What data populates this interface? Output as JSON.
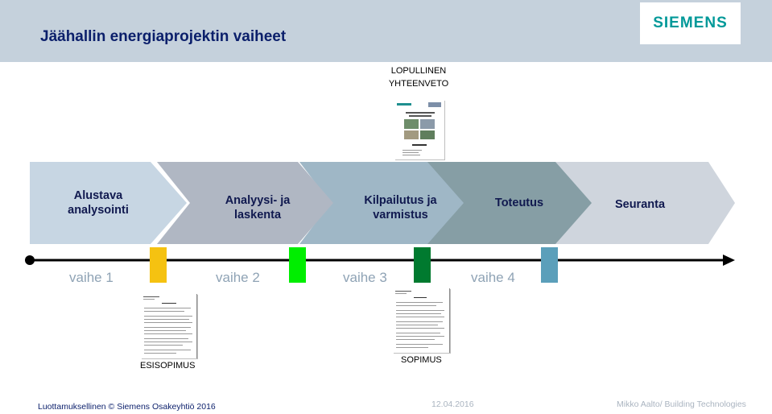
{
  "header": {
    "title": "Jäähallin energiaprojektin vaiheet",
    "logo": "SIEMENS"
  },
  "final_report": {
    "label_line1": "LOPULLINEN",
    "label_line2": "YHTEENVETO"
  },
  "phases": [
    {
      "line1": "Alustava",
      "line2": "analysointi",
      "color": "#c7d6e3"
    },
    {
      "line1": "Analyysi- ja",
      "line2": "laskenta",
      "color": "#b0b7c3"
    },
    {
      "line1": "Kilpailutus ja",
      "line2": "varmistus",
      "color": "#9fb7c6"
    },
    {
      "line1": "Toteutus",
      "line2": "",
      "color": "#869ea5"
    },
    {
      "line1": "Seuranta",
      "line2": "",
      "color": "#cfd5dd"
    }
  ],
  "timeline": {
    "labels": [
      "vaihe 1",
      "vaihe 2",
      "vaihe 3",
      "vaihe 4"
    ],
    "marker_colors": [
      "#f5c211",
      "#00ee00",
      "#007a2f",
      "#5b9fba"
    ]
  },
  "documents": {
    "preagreement": "ESISOPIMUS",
    "agreement": "SOPIMUS"
  },
  "footer": {
    "left": "Luottamuksellinen © Siemens Osakeyhtiö 2016",
    "date": "12.04.2016",
    "right": "Mikko Aalto/ Building Technologies"
  }
}
